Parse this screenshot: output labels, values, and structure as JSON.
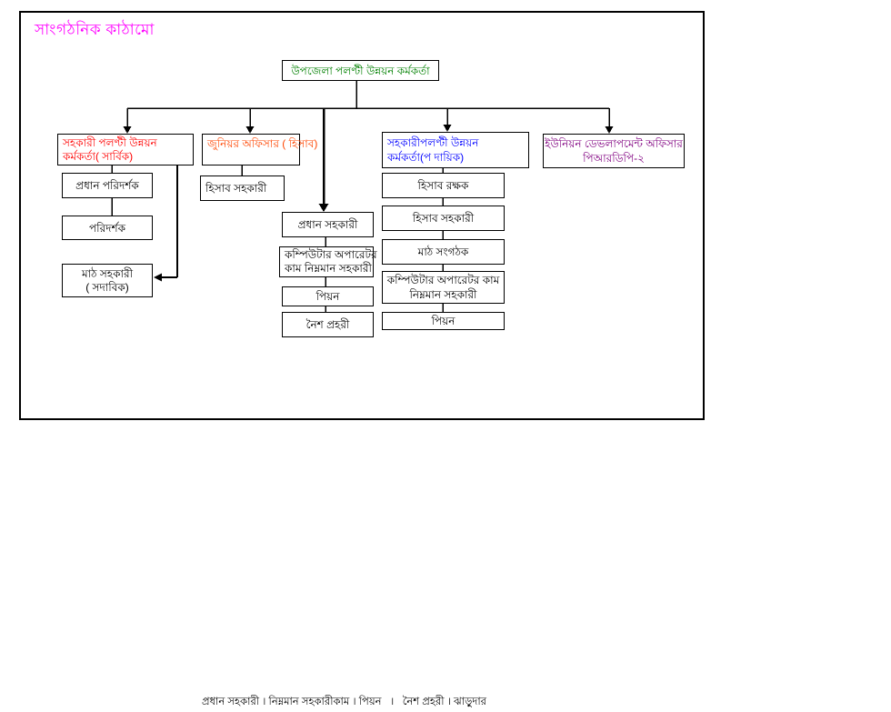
{
  "title": "সাংগঠনিক কাঠামো",
  "footer": "প্রধান সহকারী । নিম্নমান সহকারীকাম । পিয়ন   ।   নৈশ প্রহরী । ঝাড়ুদার",
  "colors": {
    "title": "#ff00ff",
    "root_text": "#008000",
    "branch_sarbik_text": "#ff0000",
    "branch_junior_text": "#ff4500",
    "branch_padayik_text": "#0000ff",
    "branch_union_text": "#800080",
    "default_text": "#000000",
    "line": "#000000",
    "background": "#ffffff"
  },
  "chart": {
    "root": "উপজেলা পলণ্টী উন্নয়ন কর্মকর্তা",
    "branches": [
      {
        "label": "সহকারী পলণ্টী উন্নয়ন\nকর্মকর্তা( সার্বিক)",
        "color": "#ff0000",
        "children": [
          "প্রধান পরিদর্শক",
          "পরিদর্শক",
          "মাঠ সহকারী\n( সদাবিক)"
        ]
      },
      {
        "label": "জুনিয়র অফিসার ( হিসাব)",
        "color": "#ff4500",
        "children": [
          "হিসাব সহকারী"
        ]
      },
      {
        "label": "সহকারীপলণ্টী উন্নয়ন\nকর্মকর্তা(প দায়িক)",
        "color": "#0000ff",
        "children": [
          "হিসাব রক্ষক",
          "হিসাব সহকারী",
          "মাঠ সংগঠক",
          "কম্পিউটার অপারেটর কাম\nনিম্নমান সহকারী",
          "পিয়ন"
        ]
      },
      {
        "label": "ইউনিয়ন ডেভলাপমেন্ট অফিসার\nপিআরডিপি-২",
        "color": "#800080",
        "children": []
      }
    ],
    "middle_chain": [
      "প্রধান সহকারী",
      "কম্পিউটার অপারেটর\nকাম নিম্নমান সহকারী",
      "পিয়ন",
      "নৈশ প্রহরী"
    ]
  }
}
